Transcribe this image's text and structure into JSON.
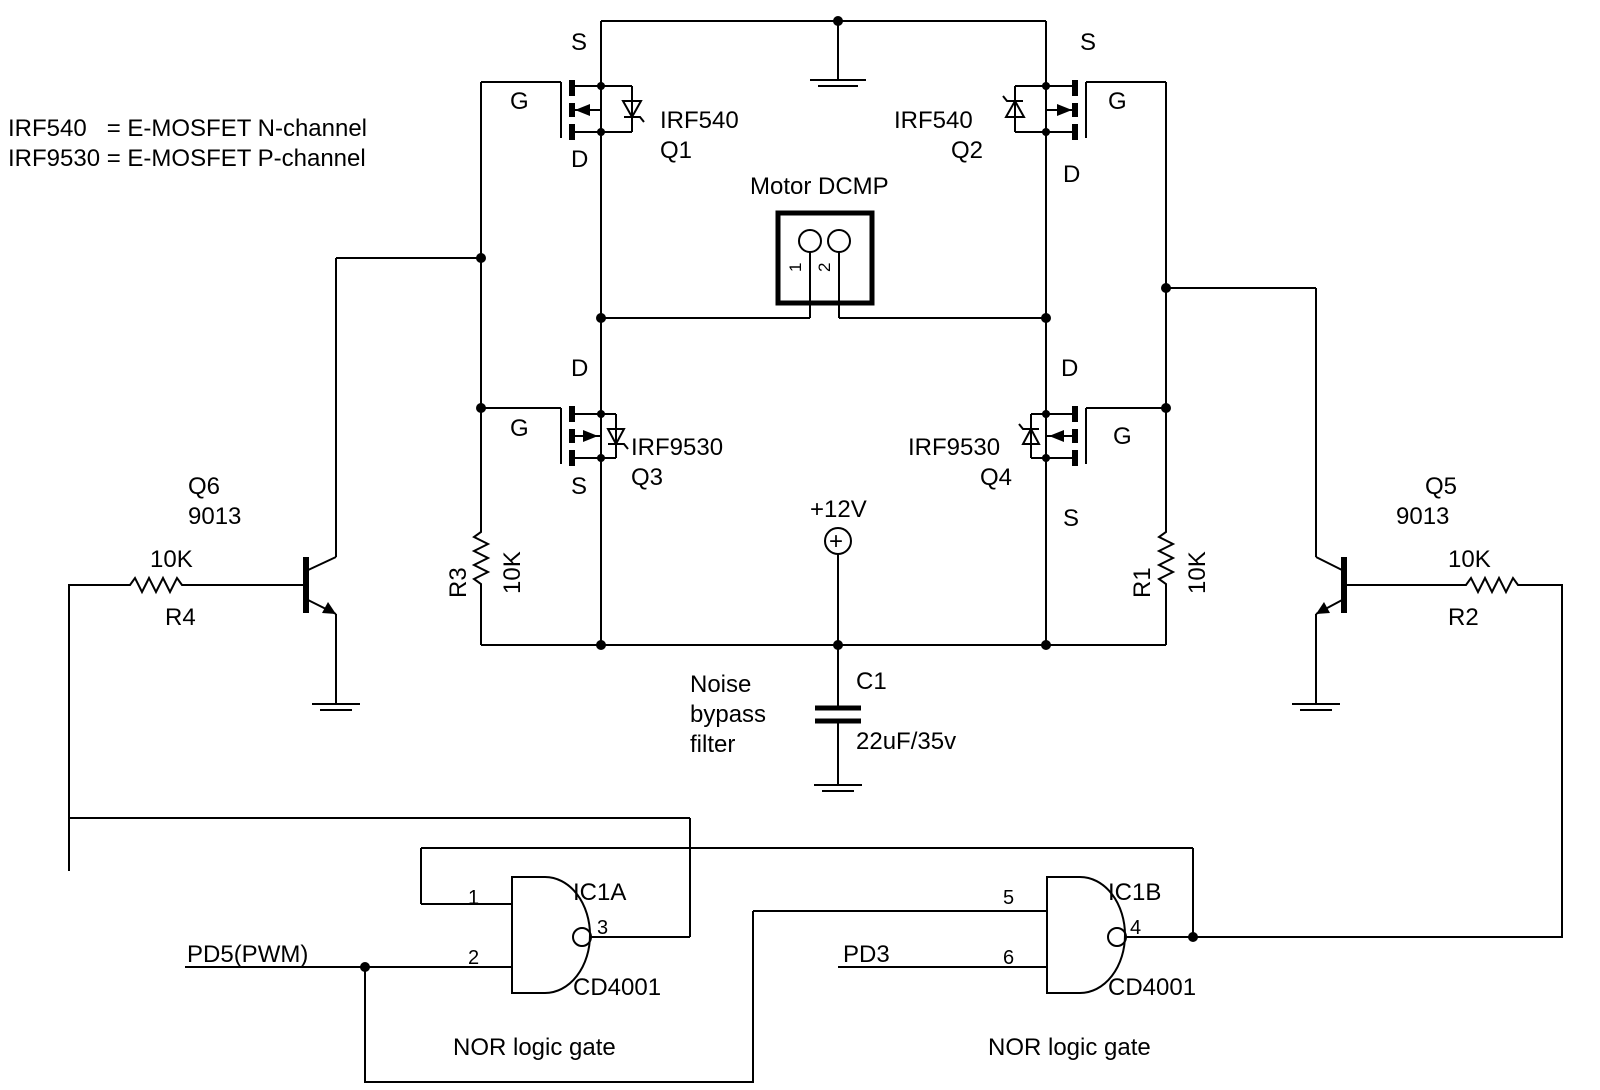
{
  "legend": {
    "line1": "IRF540   = E-MOSFET N-channel",
    "line2": "IRF9530 = E-MOSFET P-channel"
  },
  "pins": {
    "s": "S",
    "g": "G",
    "d": "D"
  },
  "q1": {
    "part": "IRF540",
    "ref": "Q1"
  },
  "q2": {
    "part": "IRF540",
    "ref": "Q2"
  },
  "q3": {
    "part": "IRF9530",
    "ref": "Q3"
  },
  "q4": {
    "part": "IRF9530",
    "ref": "Q4"
  },
  "q5": {
    "ref": "Q5",
    "part": "9013"
  },
  "q6": {
    "ref": "Q6",
    "part": "9013"
  },
  "motor": {
    "label": "Motor DCMP",
    "pin1": "1",
    "pin2": "2"
  },
  "r1": {
    "ref": "R1",
    "value": "10K"
  },
  "r2": {
    "ref": "R2",
    "value": "10K"
  },
  "r3": {
    "ref": "R3",
    "value": "10K"
  },
  "r4": {
    "ref": "R4",
    "value": "10K"
  },
  "supply": {
    "label": "+12V",
    "symbol": "+"
  },
  "c1": {
    "ref": "C1",
    "value": "22uF/35v",
    "note1": "Noise",
    "note2": "bypass",
    "note3": "filter"
  },
  "ic1a": {
    "ref": "IC1A",
    "part": "CD4001",
    "pin_in1": "1",
    "pin_in2": "2",
    "pin_out": "3",
    "caption": "NOR logic gate"
  },
  "ic1b": {
    "ref": "IC1B",
    "part": "CD4001",
    "pin_in1": "5",
    "pin_in2": "6",
    "pin_out": "4",
    "caption": "NOR logic gate"
  },
  "inputs": {
    "pwm": "PD5(PWM)",
    "dir": "PD3"
  }
}
